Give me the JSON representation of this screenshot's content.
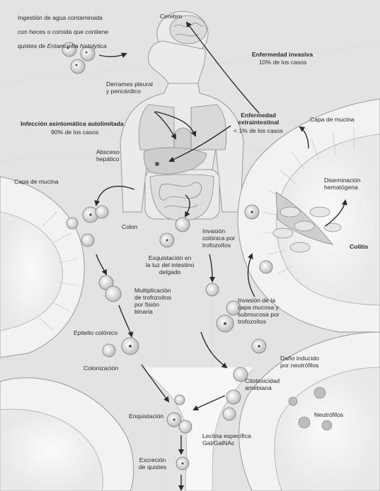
{
  "labels": {
    "ingestion_l1": "Ingestión de agua contaminada",
    "ingestion_l2": "con heces o comida que contiene",
    "ingestion_l3a": "quistes de ",
    "ingestion_l3b": "Entamoeba histolytica",
    "cerebro": "Cerebro",
    "enf_invasiva": "Enfermedad invasiva",
    "enf_invasiva_pct": "10% de los casos",
    "derrames": "Derrames pleural\ny pericárdico",
    "infeccion": "Infección asintomática autolimitada",
    "infeccion_pct": "90% de los casos",
    "enf_extra": "Enfermedad\nextraintestinal",
    "enf_extra_pct": "< 1% de los casos",
    "capa_mucina_right": "Capa de mucina",
    "absceso": "Absceso\nhepático",
    "capa_mucina_left": "Capa de mucina",
    "diseminacion": "Diseminación\nhematógena",
    "colon": "Colon",
    "colitis": "Colitis",
    "invasion_colonica": "Invasión\ncolónica por\ntrofozoítos",
    "exquistacion": "Exquistación en\nla luz del intestino\ndelgado",
    "multiplicacion": "Multiplicación\nde trofozoítos\npor fisión\nbinaria",
    "invasion_capa": "Invasión de la\ncapa mucosa y\nsubmucosa por\ntrofozoítos",
    "epitelio": "Epitelio colónico",
    "dano": "Daño inducido\npor neutrófilos",
    "colonizacion": "Colonización",
    "citotoxicidad": "Citotoxicidad\namebiana",
    "enquistacion": "Enquistación",
    "neutrofilos": "Neutrófilos",
    "lectina": "Lectina específica\nGal/GalNAc",
    "excrecion": "Excreción\nde quistes"
  },
  "colors": {
    "background": "#e3e3e3",
    "tissue": "#f2f2f2",
    "outline": "#8a8a8a",
    "arrow": "#2b2b2b",
    "text": "#2a2a2a"
  },
  "icons": [
    "cyst-icon",
    "trophozoite-icon",
    "arrow-icon"
  ]
}
